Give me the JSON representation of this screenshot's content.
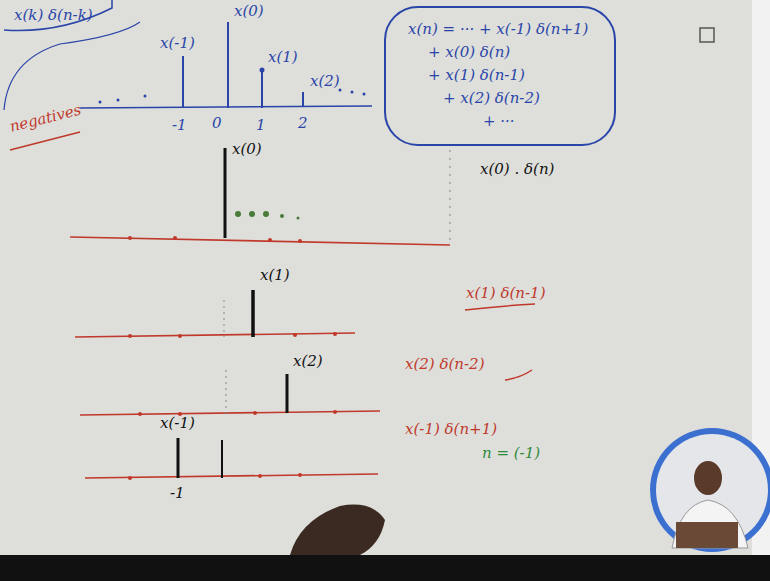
{
  "diagram": {
    "nodes": [
      {
        "text": [
          "x(n) = ··· + x(-1) δ(n+1)",
          "+ x(0) δ(n)",
          "+ x(1) δ(n-1)",
          "+ x(2) δ(n-2)",
          "+ ···"
        ]
      }
    ],
    "labels": [
      "x(k) δ(n-k)",
      "x(-1)",
      "x(0)",
      "x(1)",
      "x(2)",
      "-1",
      "0",
      "1",
      "2",
      "negatives",
      "x(0)",
      "x(0) . δ(n)",
      "x(1)",
      "x(1) δ(n-1)",
      "x(2)",
      "x(2) δ(n-2)",
      "x(-1)",
      "-1",
      "x(-1) δ(n+1)",
      "n = (-1)"
    ]
  }
}
